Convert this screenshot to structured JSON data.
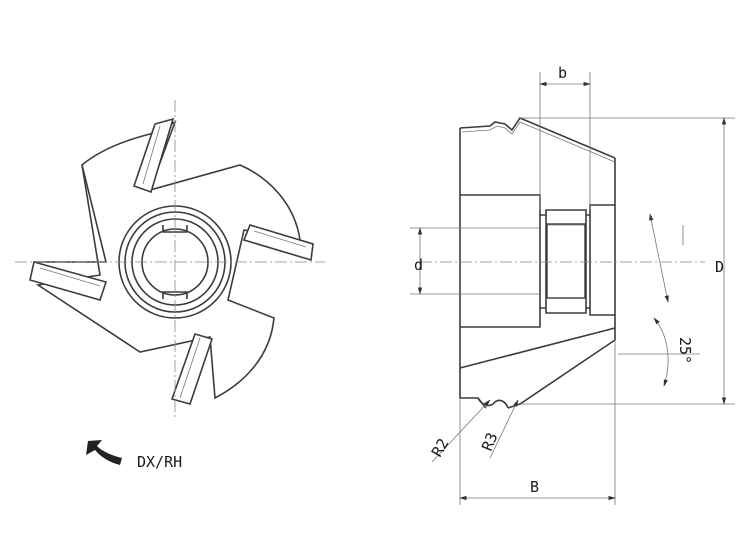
{
  "rotation_label": "DX/RH",
  "dimensions": {
    "b": "b",
    "d": "d",
    "D": "D",
    "B": "B",
    "R2": "R2",
    "R3": "R3",
    "angle": "25°"
  },
  "colors": {
    "line": "#3c3c3c",
    "fill_grey": "#d6d6d6",
    "background": "#ffffff"
  }
}
